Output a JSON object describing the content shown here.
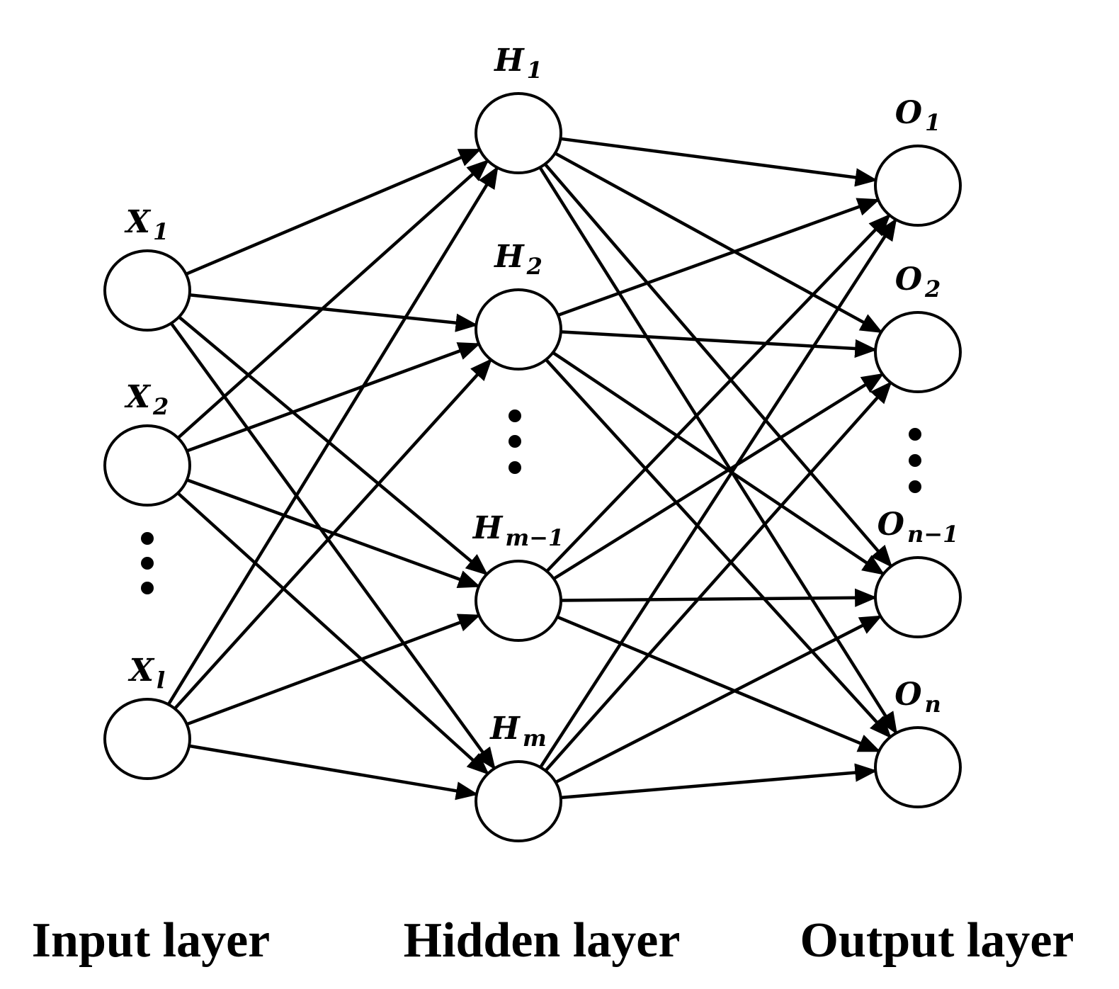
{
  "layers": [
    {
      "id": "input",
      "title": "Input layer",
      "nodes": [
        {
          "id": "x1",
          "base": "X",
          "sub": "1"
        },
        {
          "id": "x2",
          "base": "X",
          "sub": "2"
        },
        {
          "id": "xl",
          "base": "X",
          "sub": "l"
        }
      ]
    },
    {
      "id": "hidden",
      "title": "Hidden layer",
      "nodes": [
        {
          "id": "h1",
          "base": "H",
          "sub": "1"
        },
        {
          "id": "h2",
          "base": "H",
          "sub": "2"
        },
        {
          "id": "hm1",
          "base": "H",
          "sub": "m−1"
        },
        {
          "id": "hm",
          "base": "H",
          "sub": "m"
        }
      ]
    },
    {
      "id": "output",
      "title": "Output layer",
      "nodes": [
        {
          "id": "o1",
          "base": "O",
          "sub": "1"
        },
        {
          "id": "o2",
          "base": "O",
          "sub": "2"
        },
        {
          "id": "on1",
          "base": "O",
          "sub": "n−1"
        },
        {
          "id": "on",
          "base": "O",
          "sub": "n"
        }
      ]
    }
  ],
  "connectivity": "fully-connected",
  "edge_style": "arrow"
}
